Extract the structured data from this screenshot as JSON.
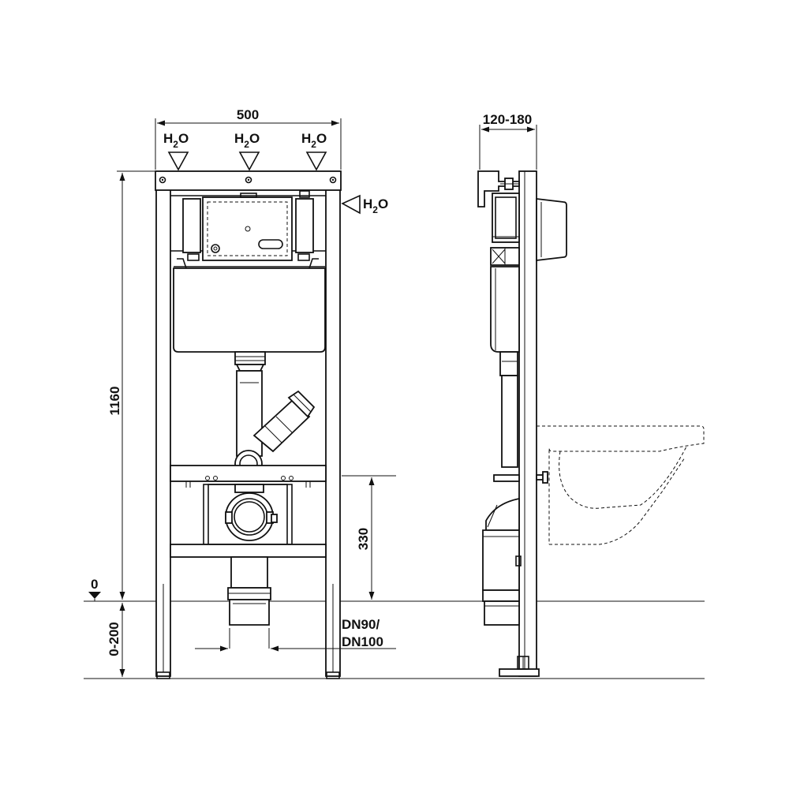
{
  "dimensions": {
    "width_total": "500",
    "depth": "120-180",
    "height": "1160",
    "outlet_height": "330",
    "floor_level": "0",
    "floor_adjust": "0-200",
    "drain_line1": "DN90/",
    "drain_line2": "DN100"
  },
  "water": {
    "h": "H",
    "sub": "2",
    "o": "O"
  }
}
